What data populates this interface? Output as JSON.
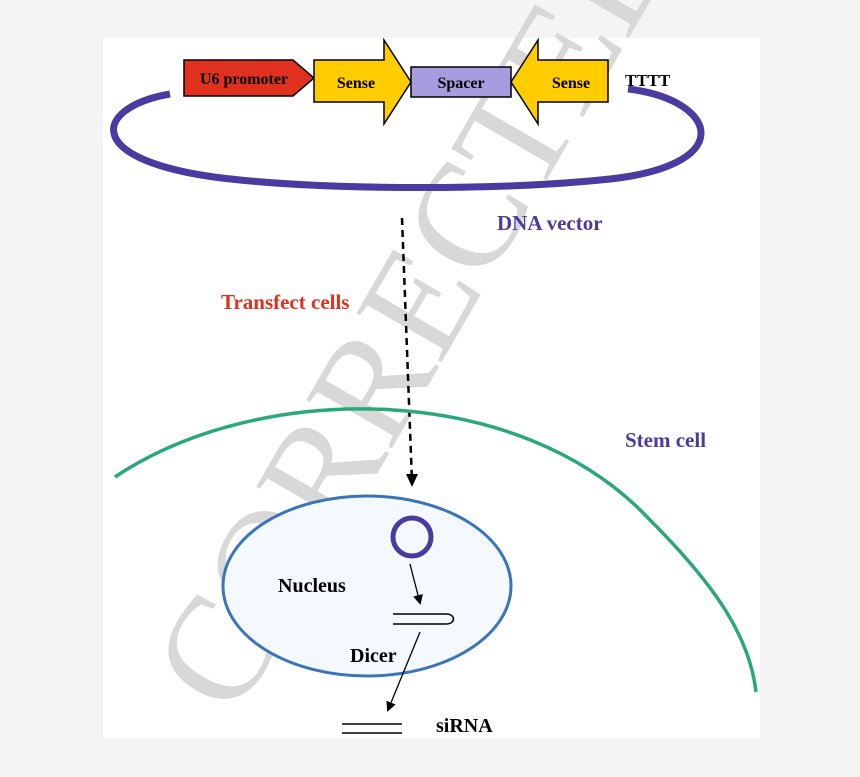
{
  "watermark": {
    "text": "CORRECTED",
    "color": "#d8d8d8"
  },
  "construct": {
    "promoter_label": "U6 promoter",
    "sense_left_label": "Sense",
    "spacer_label": "Spacer",
    "sense_right_label": "Sense",
    "terminator_label": "TTTT"
  },
  "labels": {
    "dna_vector": "DNA vector",
    "transfect_cells": "Transfect cells",
    "stem_cell": "Stem cell",
    "nucleus": "Nucleus",
    "dicer": "Dicer",
    "sirna": "siRNA"
  },
  "colors": {
    "promoter_fill": "#e0301e",
    "sense_fill": "#ffcc00",
    "spacer_fill": "#a99be0",
    "vector_ring": "#4b3aa0",
    "dna_vector_text": "#4b3aa0",
    "transfect_text": "#e0301e",
    "stem_cell_membrane": "#2aa87a",
    "stem_cell_text": "#4b3aa0",
    "nucleus_outline": "#3b74b8",
    "nucleus_fill": "#f4f9ff",
    "plasmid_ring": "#4b3aa0",
    "ink": "#000000"
  }
}
